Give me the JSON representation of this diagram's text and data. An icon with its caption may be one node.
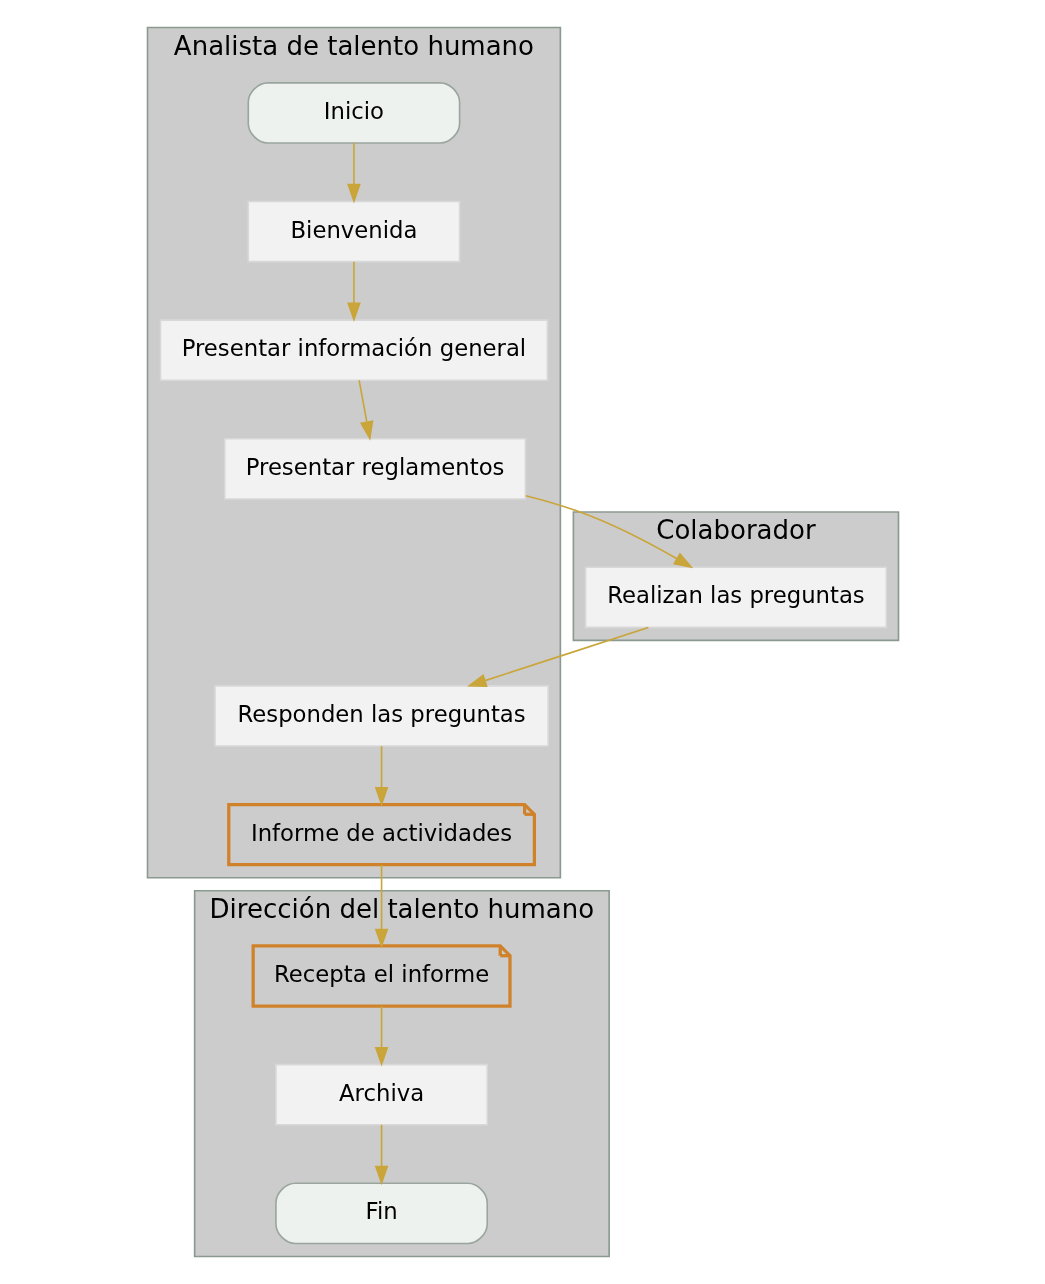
{
  "diagram": {
    "nodes": [
      {
        "text": [
          "Dirección del talento humano"
        ]
      },
      {
        "text": [
          "Analista de talento humano"
        ]
      },
      {
        "text": [
          "Colaborador"
        ]
      },
      {
        "text": [
          "Recepta el informe"
        ],
        "in": 0
      },
      {
        "text": [
          "Inicio"
        ],
        "in": 1
      },
      {
        "text": [
          "Realizan las preguntas"
        ],
        "in": 2
      },
      {
        "text": [
          "Archiva"
        ],
        "in": 0
      },
      {
        "text": [
          "Bienvenida"
        ],
        "in": 1
      },
      {
        "text": [
          "Fin"
        ],
        "in": 0
      },
      {
        "text": [
          "Presentar información general"
        ],
        "in": 1
      },
      {
        "text": [
          "Presentar reglamentos"
        ],
        "in": 1
      },
      {
        "text": [
          "Responden las preguntas"
        ],
        "in": 1
      },
      {
        "text": [
          "Informe de actividades"
        ],
        "in": 1
      }
    ],
    "edges": [
      {
        "from": 4,
        "to": 7,
        "arrow": "to"
      },
      {
        "from": 7,
        "to": 9,
        "arrow": "to"
      },
      {
        "from": 9,
        "to": 10,
        "arrow": "to"
      },
      {
        "from": 10,
        "to": 5,
        "arrow": "to"
      },
      {
        "from": 5,
        "to": 11,
        "arrow": "to"
      },
      {
        "from": 11,
        "to": 12,
        "arrow": "to"
      },
      {
        "from": 12,
        "to": 3,
        "arrow": "to"
      },
      {
        "from": 3,
        "to": 6,
        "arrow": "to"
      },
      {
        "from": 6,
        "to": 8,
        "arrow": "to"
      }
    ]
  }
}
